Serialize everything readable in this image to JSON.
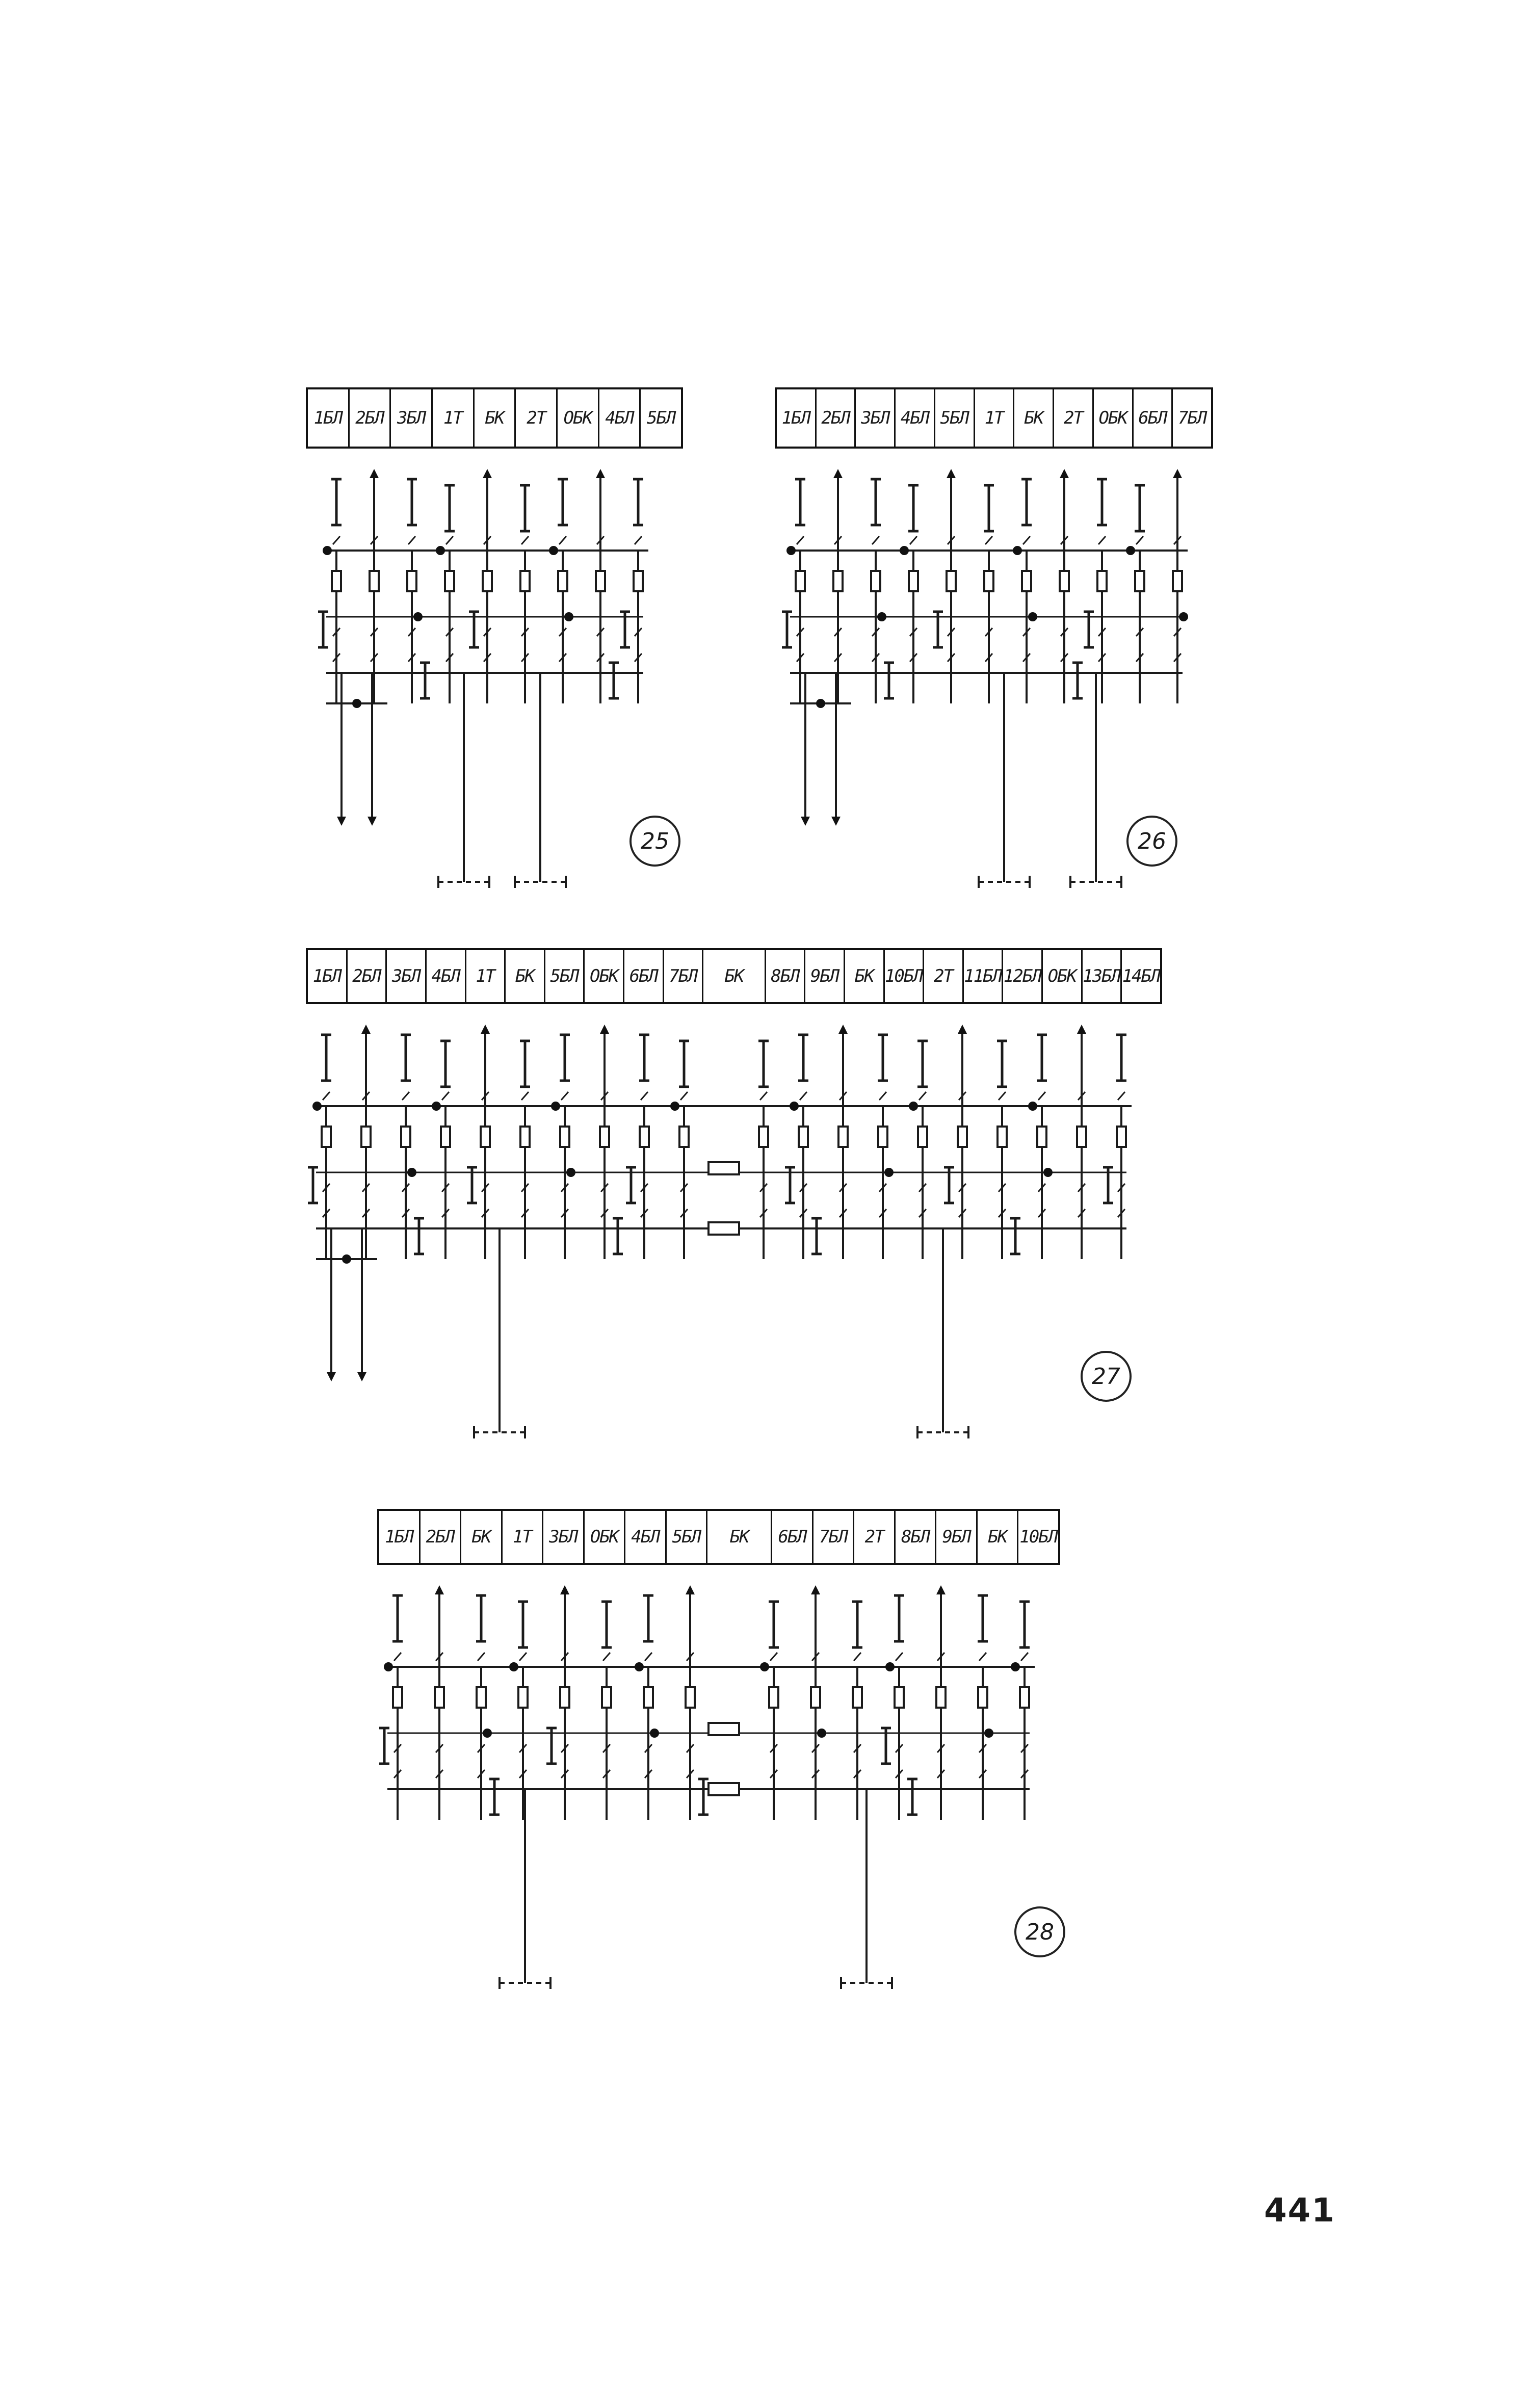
{
  "page": {
    "number": "441",
    "colors": {
      "ink": "#1a1a1a",
      "paper": "#ffffff"
    }
  },
  "figures": [
    {
      "label": "25",
      "headers": [
        "1БЛ",
        "2БЛ",
        "3БЛ",
        "1Т",
        "БК",
        "2Т",
        "ОБК",
        "4БЛ",
        "5БЛ"
      ]
    },
    {
      "label": "26",
      "headers": [
        "1БЛ",
        "2БЛ",
        "3БЛ",
        "4БЛ",
        "5БЛ",
        "1Т",
        "БК",
        "2Т",
        "ОБК",
        "6БЛ",
        "7БЛ"
      ]
    },
    {
      "label": "27",
      "headers": [
        "1БЛ",
        "2БЛ",
        "3БЛ",
        "4БЛ",
        "1Т",
        "БК",
        "5БЛ",
        "ОБК",
        "6БЛ",
        "7БЛ",
        "БК",
        "8БЛ",
        "9БЛ",
        "БК",
        "10БЛ",
        "2Т",
        "11БЛ",
        "12БЛ",
        "ОБК",
        "13БЛ",
        "14БЛ"
      ]
    },
    {
      "label": "28",
      "headers": [
        "1БЛ",
        "2БЛ",
        "БК",
        "1Т",
        "3БЛ",
        "ОБК",
        "4БЛ",
        "5БЛ",
        "БК",
        "6БЛ",
        "7БЛ",
        "2Т",
        "8БЛ",
        "9БЛ",
        "БК",
        "10БЛ"
      ]
    }
  ]
}
